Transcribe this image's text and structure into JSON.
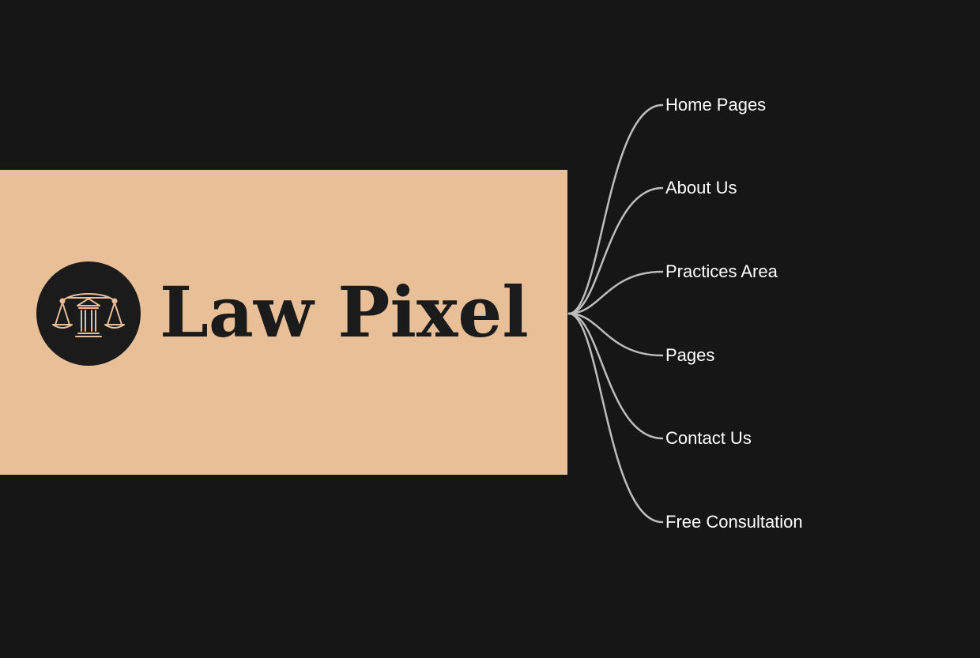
{
  "brand": {
    "name": "Law Pixel",
    "emblem_icon": "scales-of-justice-column-icon"
  },
  "nav_items": [
    "Home Pages",
    "About Us",
    "Practices Area",
    "Pages",
    "Contact Us",
    "Free Consultation"
  ],
  "colors": {
    "background": "#161616",
    "brand_panel": "#e8bf97",
    "emblem_circle": "#1b1b1b",
    "emblem_line": "#e8bf97",
    "connector_line": "#bdbdbd",
    "label_text": "#ffffff"
  }
}
